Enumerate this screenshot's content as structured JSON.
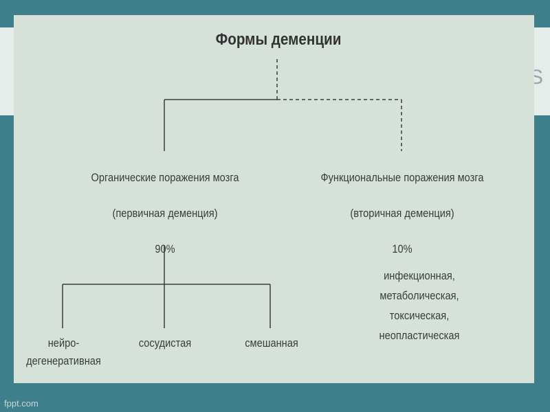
{
  "diagram": {
    "title": "Формы деменции",
    "left": {
      "line1": "Органические поражения мозга",
      "line2": "(первичная деменция)",
      "line3": "90%"
    },
    "right": {
      "line1": "Функциональные поражения мозга",
      "line2": "(вторичная деменция)",
      "line3": "10%"
    },
    "leaves": {
      "neuro": "нейро-\nдегенеративная",
      "vascular": "сосудистая",
      "mixed": "смешанная"
    },
    "secondary_types": "инфекционная,\nметаболическая,\nтоксическая,\nнеопластическая"
  },
  "footer": {
    "watermark": "fppt.com"
  },
  "edge": {
    "glyph": "S"
  },
  "colors": {
    "panel": "#d6e1da",
    "teal": "#3e7f8b",
    "line": "#3b3b3b"
  }
}
